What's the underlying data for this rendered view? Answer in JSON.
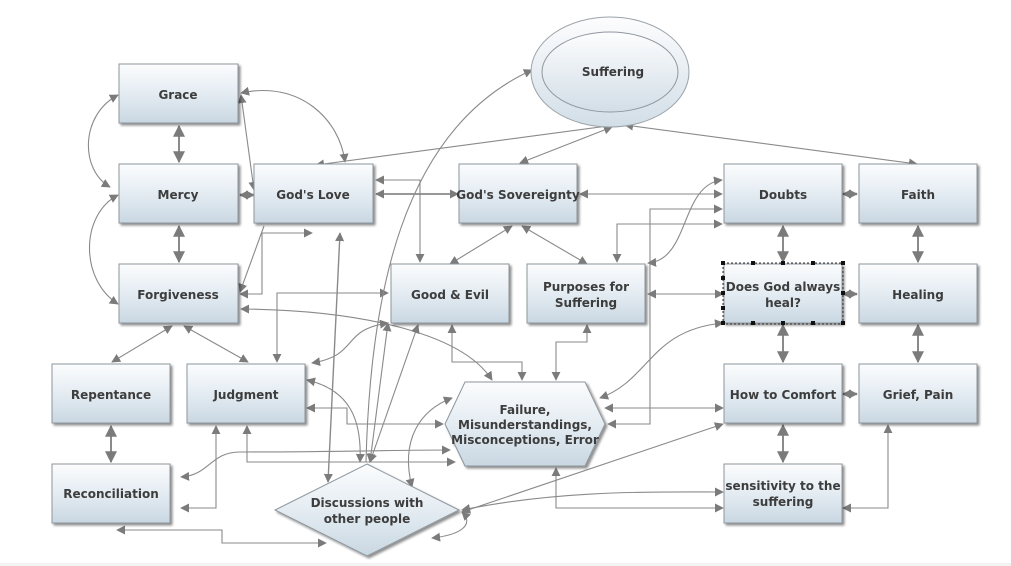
{
  "diagram": {
    "nodes": [
      {
        "id": "grace",
        "label": [
          "Grace"
        ],
        "shape": "box"
      },
      {
        "id": "mercy",
        "label": [
          "Mercy"
        ],
        "shape": "box"
      },
      {
        "id": "gods-love",
        "label": [
          "God's Love"
        ],
        "shape": "box"
      },
      {
        "id": "forgiveness",
        "label": [
          "Forgiveness"
        ],
        "shape": "box"
      },
      {
        "id": "repentance",
        "label": [
          "Repentance"
        ],
        "shape": "box"
      },
      {
        "id": "judgment",
        "label": [
          "Judgment"
        ],
        "shape": "box"
      },
      {
        "id": "reconciliation",
        "label": [
          "Reconciliation"
        ],
        "shape": "box"
      },
      {
        "id": "suffering",
        "label": [
          "Suffering"
        ],
        "shape": "ellipse"
      },
      {
        "id": "gods-sovereignty",
        "label": [
          "God's Sovereignty"
        ],
        "shape": "box"
      },
      {
        "id": "good-evil",
        "label": [
          "Good & Evil"
        ],
        "shape": "box"
      },
      {
        "id": "purposes",
        "label": [
          "Purposes for",
          "Suffering"
        ],
        "shape": "box"
      },
      {
        "id": "failure",
        "label": [
          "Failure,",
          "Misunderstandings,",
          "Misconceptions, Error"
        ],
        "shape": "hexagon"
      },
      {
        "id": "discussions",
        "label": [
          "Discussions with",
          "other people"
        ],
        "shape": "diamond"
      },
      {
        "id": "doubts",
        "label": [
          "Doubts"
        ],
        "shape": "box"
      },
      {
        "id": "faith",
        "label": [
          "Faith"
        ],
        "shape": "box"
      },
      {
        "id": "does-god-heal",
        "label": [
          "Does God always",
          "heal?"
        ],
        "shape": "box",
        "selected": true
      },
      {
        "id": "healing",
        "label": [
          "Healing"
        ],
        "shape": "box"
      },
      {
        "id": "how-to-comfort",
        "label": [
          "How to Comfort"
        ],
        "shape": "box"
      },
      {
        "id": "grief-pain",
        "label": [
          "Grief, Pain"
        ],
        "shape": "box"
      },
      {
        "id": "sensitivity",
        "label": [
          "sensitivity to the",
          "suffering"
        ],
        "shape": "box"
      }
    ],
    "edges": [
      {
        "from": "grace",
        "to": "mercy",
        "dir": "both"
      },
      {
        "from": "mercy",
        "to": "forgiveness",
        "dir": "both"
      },
      {
        "from": "grace",
        "to": "gods-love",
        "dir": "both"
      },
      {
        "from": "mercy",
        "to": "gods-love",
        "dir": "both"
      },
      {
        "from": "grace",
        "to": "mercy",
        "dir": "both",
        "style": "curve-left"
      },
      {
        "from": "mercy",
        "to": "forgiveness",
        "dir": "both",
        "style": "curve-left"
      },
      {
        "from": "forgiveness",
        "to": "repentance",
        "dir": "both"
      },
      {
        "from": "forgiveness",
        "to": "judgment",
        "dir": "both"
      },
      {
        "from": "repentance",
        "to": "reconciliation",
        "dir": "both"
      },
      {
        "from": "gods-love",
        "to": "gods-sovereignty",
        "dir": "both"
      },
      {
        "from": "gods-sovereignty",
        "to": "good-evil",
        "dir": "both"
      },
      {
        "from": "gods-sovereignty",
        "to": "purposes",
        "dir": "both"
      },
      {
        "from": "gods-sovereignty",
        "to": "doubts",
        "dir": "both"
      },
      {
        "from": "suffering",
        "to": "gods-love",
        "dir": "both"
      },
      {
        "from": "suffering",
        "to": "gods-sovereignty",
        "dir": "both"
      },
      {
        "from": "suffering",
        "to": "faith",
        "dir": "both"
      },
      {
        "from": "doubts",
        "to": "faith",
        "dir": "both"
      },
      {
        "from": "doubts",
        "to": "does-god-heal",
        "dir": "both"
      },
      {
        "from": "faith",
        "to": "healing",
        "dir": "both"
      },
      {
        "from": "healing",
        "to": "does-god-heal",
        "dir": "both"
      },
      {
        "from": "does-god-heal",
        "to": "how-to-comfort",
        "dir": "both"
      },
      {
        "from": "healing",
        "to": "grief-pain",
        "dir": "both"
      },
      {
        "from": "grief-pain",
        "to": "how-to-comfort",
        "dir": "both"
      },
      {
        "from": "how-to-comfort",
        "to": "sensitivity",
        "dir": "both"
      },
      {
        "from": "purposes",
        "to": "does-god-heal",
        "dir": "both"
      },
      {
        "from": "failure",
        "to": "how-to-comfort",
        "dir": "both"
      },
      {
        "from": "discussions",
        "to": "suffering",
        "dir": "to"
      },
      {
        "from": "discussions",
        "to": "gods-love",
        "dir": "both"
      },
      {
        "from": "discussions",
        "to": "good-evil",
        "dir": "both"
      },
      {
        "from": "discussions",
        "to": "judgment",
        "dir": "both"
      },
      {
        "from": "discussions",
        "to": "failure",
        "dir": "both"
      },
      {
        "from": "discussions",
        "to": "how-to-comfort",
        "dir": "both"
      },
      {
        "from": "discussions",
        "to": "sensitivity",
        "dir": "both"
      },
      {
        "from": "discussions",
        "to": "reconciliation",
        "dir": "both"
      },
      {
        "from": "grief-pain",
        "to": "sensitivity",
        "dir": "both"
      }
    ]
  }
}
